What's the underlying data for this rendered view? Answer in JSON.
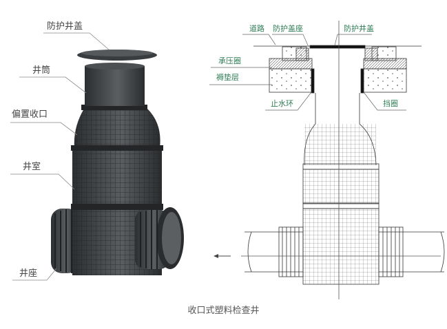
{
  "product_labels": {
    "cover": "防护井盖",
    "shaft": "井筒",
    "offset_reducer": "偏置收口",
    "chamber": "井室",
    "base": "井座"
  },
  "section_labels": {
    "road": "道路",
    "cover_seat": "防护盖座",
    "cover": "防护井盖",
    "bearing_ring": "承压圈",
    "cushion_layer": "褥垫层",
    "water_stop_ring": "止水环",
    "retaining_ring": "挡圈"
  },
  "caption": "收口式塑料检查井",
  "colors": {
    "product": "#3c3f42",
    "label_green": "#2f7d55",
    "leader": "#888888"
  }
}
